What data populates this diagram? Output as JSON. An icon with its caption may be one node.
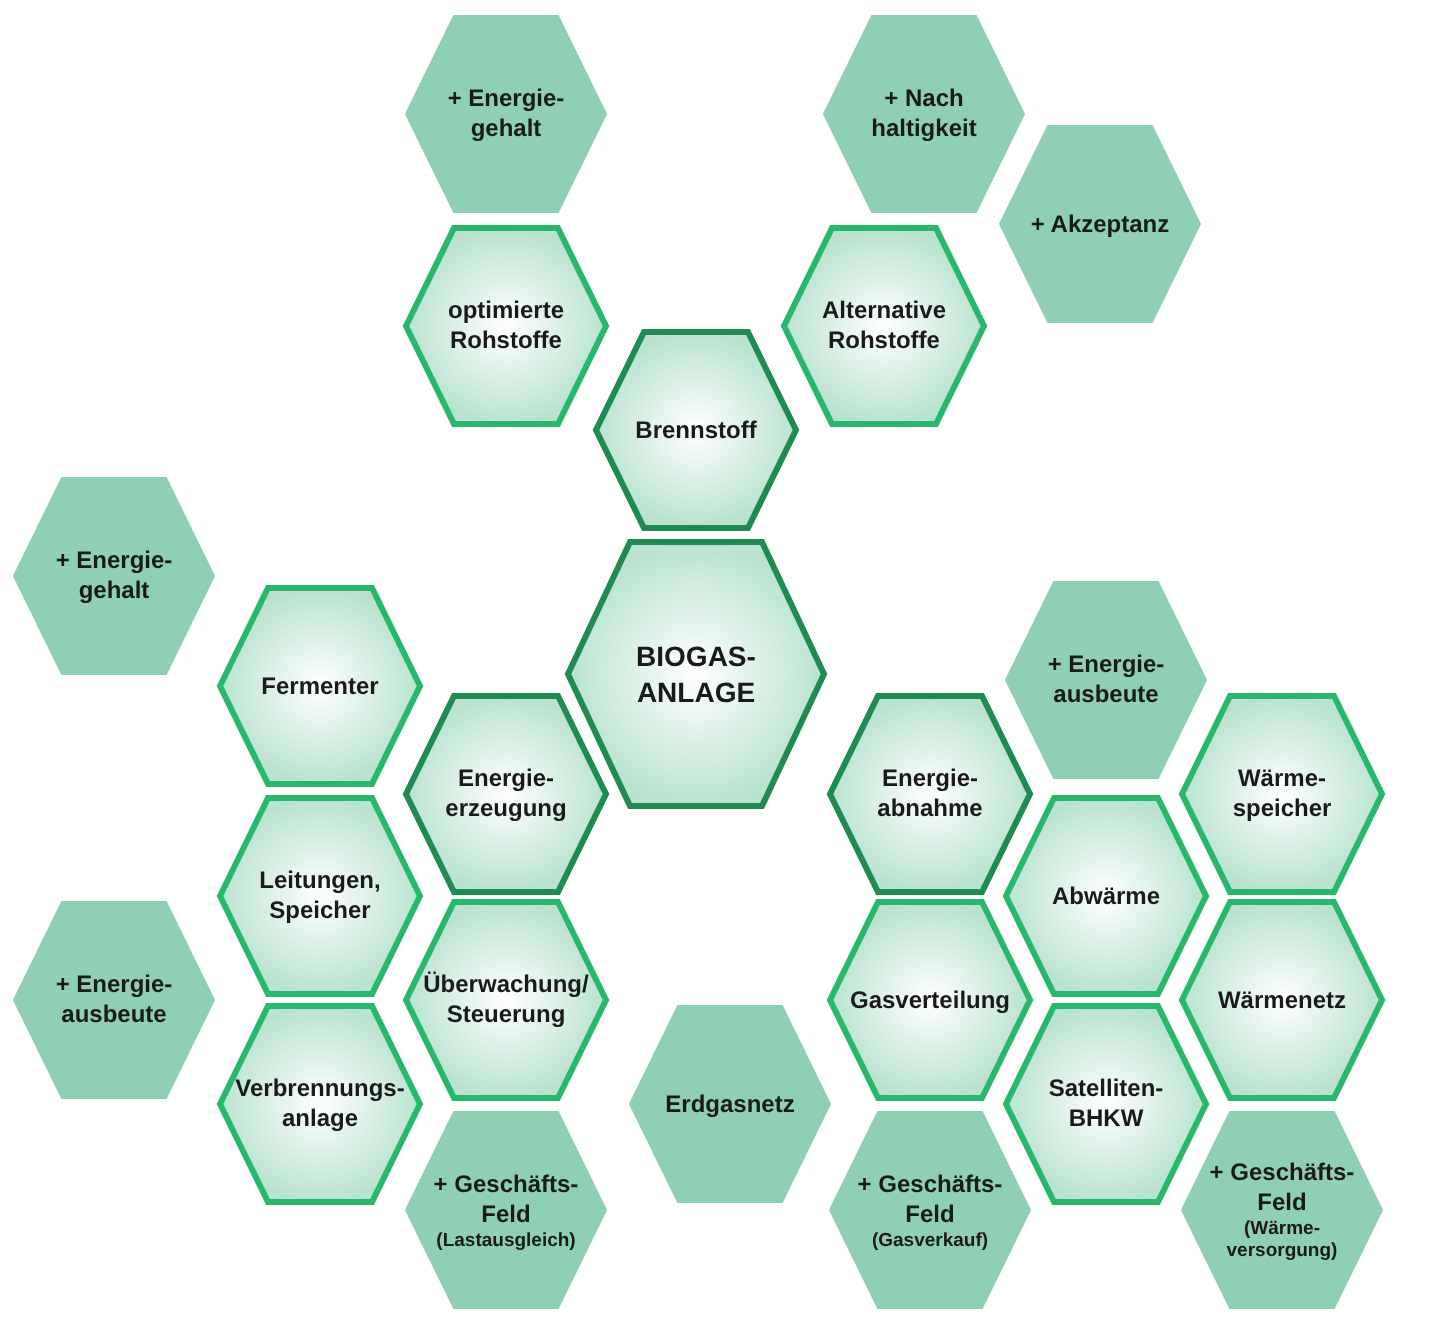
{
  "diagram": {
    "nodes": [
      {
        "text": [
          "+ Energie- gehalt"
        ]
      },
      {
        "text": [
          "+ Nach haltigkeit"
        ]
      },
      {
        "text": [
          "+ Akzeptanz"
        ]
      },
      {
        "text": [
          "optimierte Rohstoffe"
        ]
      },
      {
        "text": [
          "Alternative Rohstoffe"
        ]
      },
      {
        "text": [
          "Brennstoff"
        ]
      },
      {
        "text": [
          "+ Energie- gehalt"
        ]
      },
      {
        "text": [
          "BIOGAS- ANLAGE"
        ]
      },
      {
        "text": [
          "Fermenter"
        ]
      },
      {
        "text": [
          "+ Energie- ausbeute"
        ]
      },
      {
        "text": [
          "Energie- erzeugung"
        ]
      },
      {
        "text": [
          "Energie- abnahme"
        ]
      },
      {
        "text": [
          "Wärme- speicher"
        ]
      },
      {
        "text": [
          "Leitungen, Speicher"
        ]
      },
      {
        "text": [
          "Abwärme"
        ]
      },
      {
        "text": [
          "+ Energie- ausbeute"
        ]
      },
      {
        "text": [
          "Überwachung/ Steuerung"
        ]
      },
      {
        "text": [
          "Gasverteilung"
        ]
      },
      {
        "text": [
          "Wärmenetz"
        ]
      },
      {
        "text": [
          "Verbrennungs- anlage"
        ]
      },
      {
        "text": [
          "Erdgasnetz"
        ]
      },
      {
        "text": [
          "Satelliten- BHKW"
        ]
      },
      {
        "text": [
          "+ Geschäfts- Feld",
          "(Lastausgleich)"
        ]
      },
      {
        "text": [
          "+ Geschäfts- Feld",
          "(Gasverkauf)"
        ]
      },
      {
        "text": [
          "+ Geschäfts- Feld",
          "(Wärme- versorgung)"
        ]
      }
    ]
  }
}
